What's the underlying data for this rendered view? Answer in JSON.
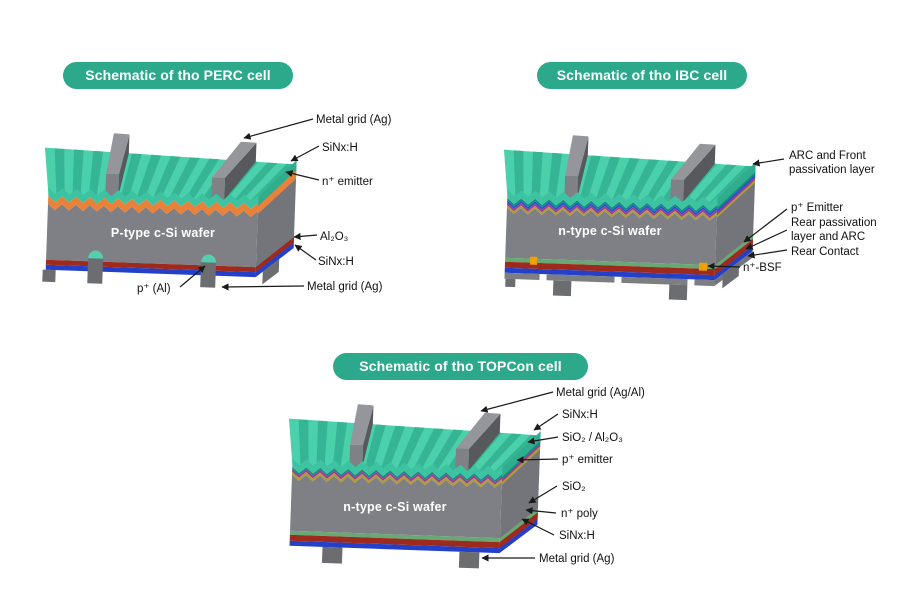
{
  "colors": {
    "badge_teal": "#2ca88b",
    "texture_teal_light": "#4bd0ac",
    "texture_teal_dark": "#35b593",
    "arc_teal": "#3dc3a1",
    "arc_teal_side": "#2fae8e",
    "wafer_gray": "#7e8085",
    "wafer_side_gray": "#73757a",
    "finger_gray_front": "#7f8186",
    "finger_gray_top": "#94969b",
    "finger_gray_side": "#57595d",
    "emitter_orange": "#e8823a",
    "passivation_red": "#9e2a1e",
    "arc_blue": "#2440c8",
    "rear_green": "#68a874",
    "thin_dark_teal": "#0f8d80",
    "thin_blue": "#2a52cc",
    "thin_purple": "#a03a92",
    "thin_olive": "#ac9c3e",
    "bsf_yellow": "#f0a000",
    "contact_gray": "#6b6d71",
    "dome_teal": "#55cdb0",
    "arrow_black": "#1a1a1a"
  },
  "sections": {
    "perc": {
      "title": "Schematic of tho PERC cell",
      "wafer_label": "P-type c-Si wafer",
      "labels": {
        "metal_grid_top": "Metal grid (Ag)",
        "sinx_top": "SiNx:H",
        "n_emitter": "n⁺ emitter",
        "al2o3": "Al₂O₃",
        "sinx_bottom": "SiNx:H",
        "metal_grid_bottom": "Metal grid (Ag)",
        "p_al": "p⁺ (Al)"
      }
    },
    "ibc": {
      "title": "Schematic of tho IBC cell",
      "wafer_label": "n-type c-Si wafer",
      "labels": {
        "arc_front": "ARC and Front passivation layer",
        "p_emitter": "p⁺ Emitter",
        "rear_passivation": "Rear passivation layer and ARC",
        "rear_contact": "Rear Contact",
        "n_bsf": "n⁺-BSF"
      }
    },
    "topcon": {
      "title": "Schematic of tho TOPCon cell",
      "wafer_label": "n-type c-Si wafer",
      "labels": {
        "metal_grid_top": "Metal grid (Ag/Al)",
        "sinx_top": "SiNx:H",
        "sio2_al2o3": "SiO₂ / Al₂O₃",
        "p_emitter": "p⁺ emitter",
        "sio2": "SiO₂",
        "n_poly": "n⁺ poly",
        "sinx_bottom": "SiNx:H",
        "metal_grid_bottom": "Metal grid (Ag)"
      }
    }
  }
}
